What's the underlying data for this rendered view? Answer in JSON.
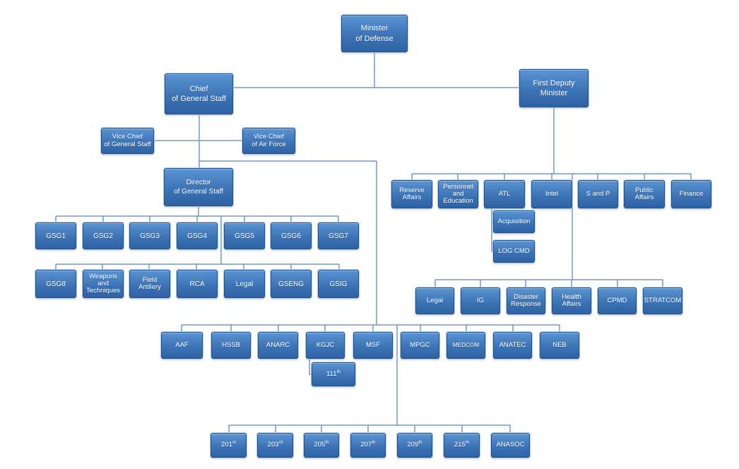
{
  "diagram_type": "organizational-chart",
  "nodes": {
    "minister": "Minister\nof Defense",
    "chief_of_general_staff": "Chief\nof General Staff",
    "first_deputy_minister": "First Deputy\nMinister",
    "vice_chief_general_staff": "Vice Chief\nof General Staff",
    "vice_chief_air_force": "Vice Chief\nof Air Force",
    "director_general_staff": "Director\nof General Staff"
  },
  "gsg_row1": [
    "GSG1",
    "GSG2",
    "GSG3",
    "GSG4",
    "GSG5",
    "GSG6",
    "GSG7"
  ],
  "gsg_row2": [
    "GSG8",
    "Weapons\nand\nTechniques",
    "Field\nArtillery",
    "RCA",
    "Legal",
    "GSENG",
    "GSIG"
  ],
  "deputy_row1": [
    "Reserve\nAffairs",
    "Personnel\nand\nEducation",
    "ATL",
    "Intel",
    "S and P",
    "Public\nAffairs",
    "Finance"
  ],
  "atl_children": [
    "Acquisition",
    "LOG CMD"
  ],
  "deputy_row2": [
    "Legal",
    "IG",
    "Disaster\nResponse",
    "Health\nAffairs",
    "CPMD",
    "STRATCOM"
  ],
  "commands_row": [
    "AAF",
    "HSSB",
    "ANARC",
    "KGJC",
    "MSF",
    "MPGC",
    "MEDCOM",
    "ANATEC",
    "NEB"
  ],
  "kgjc_child": {
    "num": "111",
    "suffix": "th"
  },
  "corps_row": [
    {
      "num": "201",
      "suffix": "st"
    },
    {
      "num": "203",
      "suffix": "rd"
    },
    {
      "num": "205",
      "suffix": "th"
    },
    {
      "num": "207",
      "suffix": "th"
    },
    {
      "num": "209",
      "suffix": "th"
    },
    {
      "num": "215",
      "suffix": "th"
    },
    {
      "num": "ANASOC",
      "suffix": ""
    }
  ],
  "colors": {
    "box_fill_top": "#5a94d2",
    "box_fill_bottom": "#2e62a5",
    "box_border": "#24528f",
    "connector": "#7097c9",
    "text": "#ffffff",
    "background": "#ffffff"
  }
}
